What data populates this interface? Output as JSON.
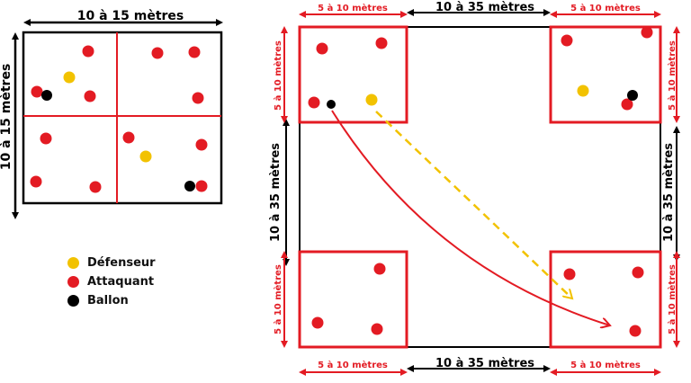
{
  "colors": {
    "defender": "#f2c200",
    "attacker": "#e31b23",
    "ball": "#000000",
    "dimension_black": "#000000",
    "dimension_red": "#e31b23"
  },
  "labels": {
    "top_width": "10 à 15 mètres",
    "left_height": "10 à 15 mètres",
    "big_top": "10 à 35 mètres",
    "big_bottom": "10 à 35 mètres",
    "big_left": "10 à 35 mètres",
    "big_right": "10 à 35 mètres",
    "sq_tl_top": "5 à 10 mètres",
    "sq_tr_top": "5 à 10 mètres",
    "sq_bl_bottom": "5 à 10 mètres",
    "sq_br_bottom": "5 à 10 mètres",
    "sq_tl_left": "5 à 10 mètres",
    "sq_tr_right": "5 à 10 mètres",
    "sq_bl_left": "5 à 10 mètres",
    "sq_br_right": "5 à 10 mètres"
  },
  "legend": {
    "items": [
      {
        "label": "Défenseur",
        "color": "#f2c200"
      },
      {
        "label": "Attaquant",
        "color": "#e31b23"
      },
      {
        "label": "Ballon",
        "color": "#000000"
      }
    ]
  }
}
